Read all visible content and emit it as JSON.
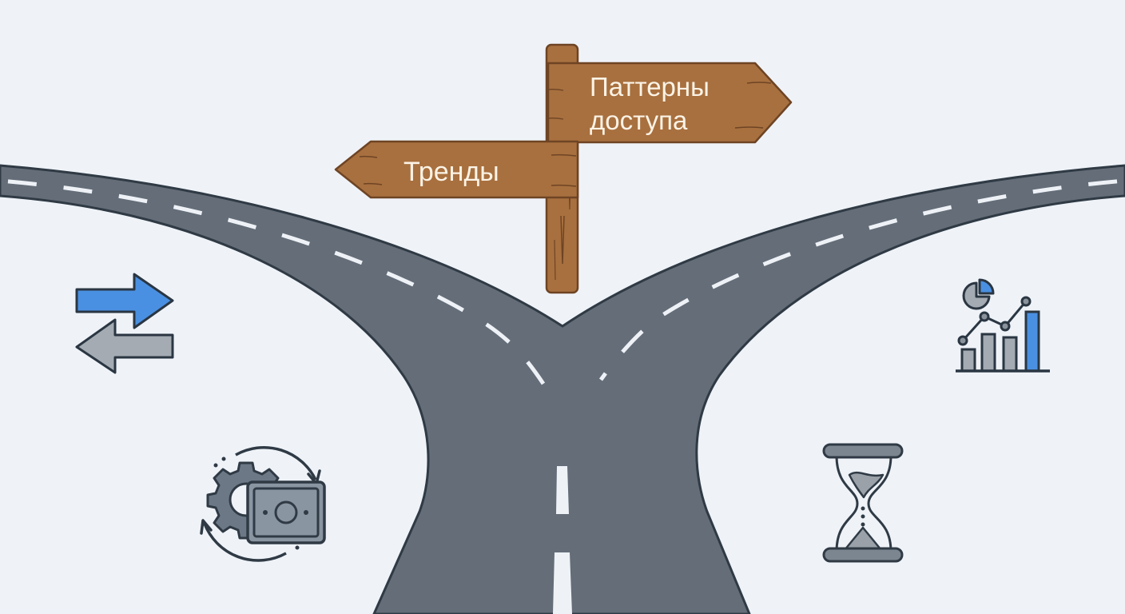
{
  "scene": {
    "title": "Road fork with signpost",
    "background_color": "#eff3f8"
  },
  "road": {
    "fill_color": "#646d78",
    "outline_color": "#2f3a45",
    "marking_color": "#eef2f7",
    "branches": [
      "left",
      "right"
    ]
  },
  "signpost": {
    "wood_color": "#a8703f",
    "wood_outline": "#6e4424",
    "text_color": "#fbf3e6",
    "signs": [
      {
        "direction": "right",
        "line1": "Паттерны",
        "line2": "доступа"
      },
      {
        "direction": "left",
        "line1": "Тренды"
      }
    ]
  },
  "icons": {
    "left_top": {
      "name": "exchange-arrows-icon",
      "accent": "#4a90e2",
      "secondary": "#a4abb2"
    },
    "left_bottom": {
      "name": "gear-money-cycle-icon",
      "fill": "#6c7886"
    },
    "right_top": {
      "name": "analytics-chart-icon",
      "accent": "#4a90e2",
      "secondary": "#a4abb2"
    },
    "right_bottom": {
      "name": "hourglass-icon",
      "fill": "#8a939c"
    }
  }
}
